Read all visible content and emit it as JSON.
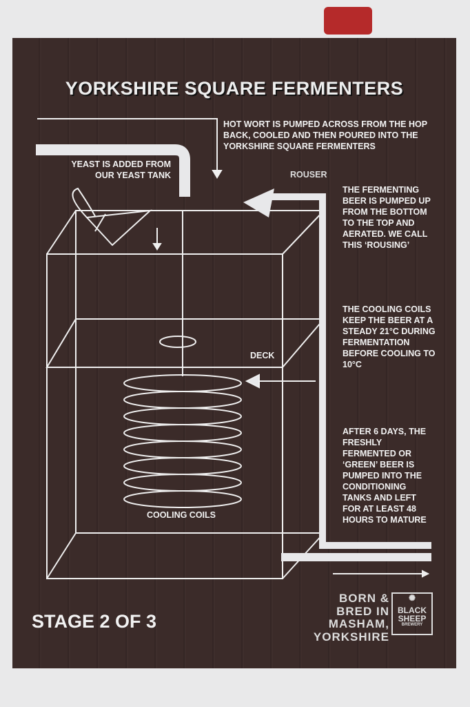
{
  "title": "YORKSHIRE SQUARE FERMENTERS",
  "hot_wort": "HOT WORT IS PUMPED ACROSS FROM THE HOP BACK, COOLED AND THEN POURED INTO THE YORKSHIRE SQUARE FERMENTERS",
  "yeast": "YEAST IS ADDED FROM OUR YEAST TANK",
  "rouser": "ROUSER",
  "rousing": "THE FERMENTING BEER IS PUMPED UP FROM THE BOTTOM TO THE TOP AND AERATED. WE CALL THIS ‘ROUSING’",
  "cooling": "THE COOLING COILS KEEP THE BEER AT A STEADY 21°C DURING FERMENTATION BEFORE COOLING TO 10°C",
  "after": "AFTER 6 DAYS, THE FRESHLY FERMENTED OR ‘GREEN’ BEER IS PUMPED INTO THE CONDITIONING TANKS AND LEFT FOR AT LEAST 48 HOURS TO MATURE",
  "deck": "DECK",
  "coils": "COOLING COILS",
  "stage": "STAGE 2 OF 3",
  "born": "BORN & BRED IN MASHAM, YORKSHIRE",
  "logo": {
    "line1": "BLACK",
    "line2": "SHEEP",
    "line3": "BREWERY"
  }
}
